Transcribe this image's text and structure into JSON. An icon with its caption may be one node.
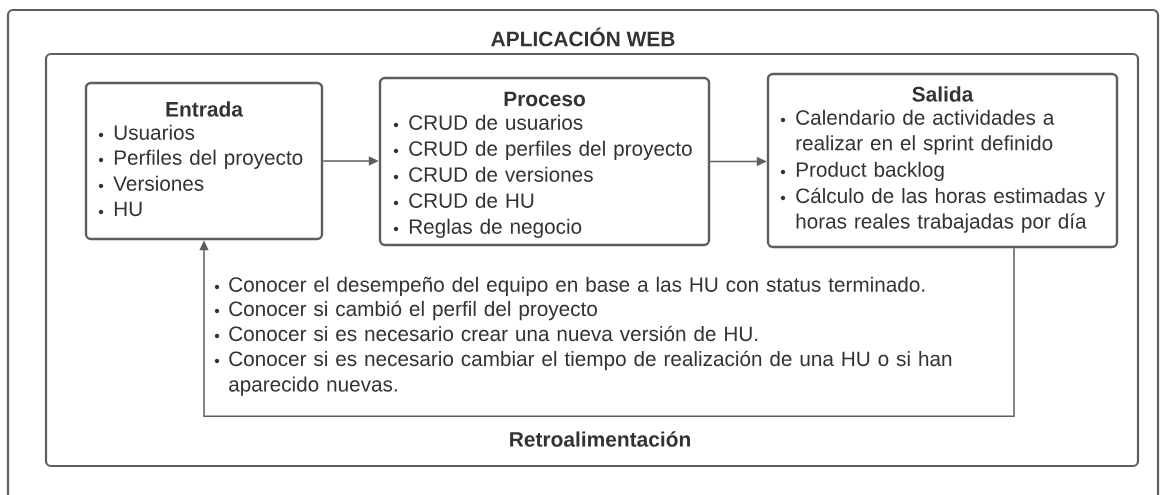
{
  "diagram": {
    "nodes": [
      {
        "text": [
          "APLICACIÓN WEB"
        ]
      },
      {
        "text": [
          "Retroalimentación"
        ],
        "in": 0
      },
      {
        "text": [
          "Entrada",
          "Usuarios",
          "Perfiles del proyecto",
          "Versiones",
          "HU"
        ],
        "in": 1
      },
      {
        "text": [
          "Proceso",
          "CRUD de usuarios",
          "CRUD de perfiles del proyecto",
          "CRUD de versiones",
          "CRUD de HU",
          "Reglas de negocio"
        ],
        "in": 1
      },
      {
        "text": [
          "Salida",
          "Calendario de actividades a realizar en el sprint definido",
          "Product backlog",
          "Cálculo de las horas estimadas y horas reales trabajadas por día"
        ],
        "in": 1
      }
    ],
    "edges": [
      {
        "from": 2,
        "to": 3,
        "arrow": "to"
      },
      {
        "from": 3,
        "to": 4,
        "arrow": "to"
      },
      {
        "from": 4,
        "to": 2,
        "arrow": "to"
      }
    ],
    "labels": [
      "Conocer el desempeño del equipo en base a las HU con status terminado.",
      "Conocer si cambió el perfil del proyecto",
      "Conocer si es necesario crear una nueva versión de HU.",
      "Conocer si es necesario cambiar el tiempo de realización de una HU o si han aparecido nuevas."
    ]
  }
}
